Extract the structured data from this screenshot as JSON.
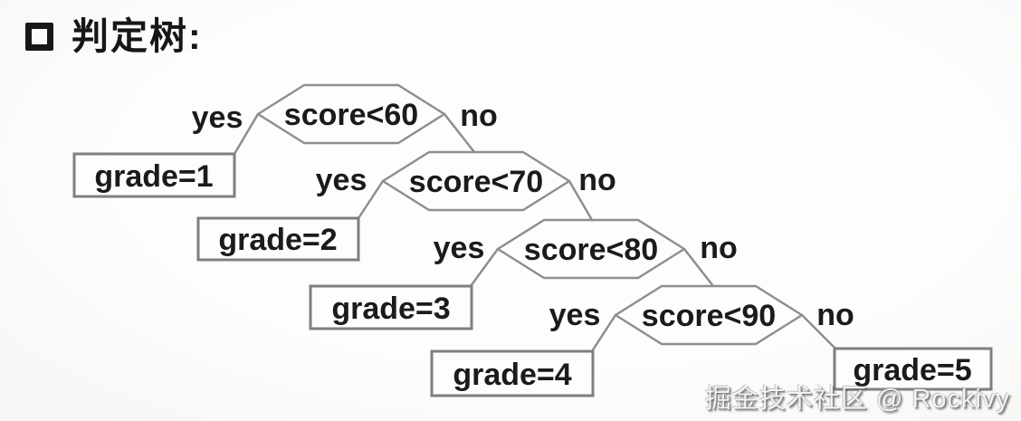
{
  "title": "判定树:",
  "title_bullet": "square-outline-icon",
  "watermark": "掘金技术社区 @ Rockivy",
  "colors": {
    "line_gray": "#8e8e8e",
    "box_border_gray": "#7f7f7f",
    "text_black": "#1b1b1b",
    "background": "#fdfdfd"
  },
  "tree": {
    "type": "decision-tree",
    "branch_labels": {
      "yes": "yes",
      "no": "no"
    },
    "decision_nodes": [
      {
        "label": "score<60",
        "yes_leads_to": "grade=1",
        "no_leads_to": "score<70"
      },
      {
        "label": "score<70",
        "yes_leads_to": "grade=2",
        "no_leads_to": "score<80"
      },
      {
        "label": "score<80",
        "yes_leads_to": "grade=3",
        "no_leads_to": "score<90"
      },
      {
        "label": "score<90",
        "yes_leads_to": "grade=4",
        "no_leads_to": "grade=5"
      }
    ],
    "leaf_nodes": [
      {
        "label": "grade=1"
      },
      {
        "label": "grade=2"
      },
      {
        "label": "grade=3"
      },
      {
        "label": "grade=4"
      },
      {
        "label": "grade=5"
      }
    ]
  }
}
